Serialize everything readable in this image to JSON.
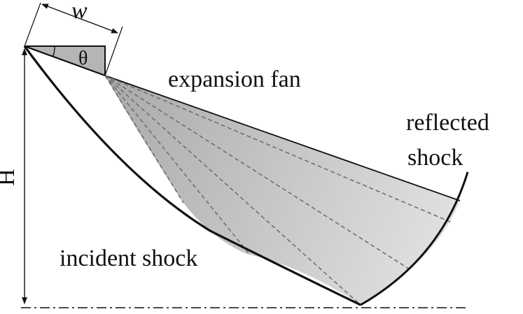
{
  "labels": {
    "width_symbol": "w",
    "angle_symbol": "θ",
    "height_symbol": "H",
    "expansion_fan": "expansion fan",
    "reflected_shock_line1": "reflected",
    "reflected_shock_line2": "shock",
    "incident_shock": "incident shock"
  },
  "colors": {
    "fan_fill_dark": "#a9a9a9",
    "fan_fill_light": "#e2e2e2",
    "wedge_fill": "#b5b5b5",
    "line": "#111111",
    "dashed": "#6a6a6a"
  }
}
